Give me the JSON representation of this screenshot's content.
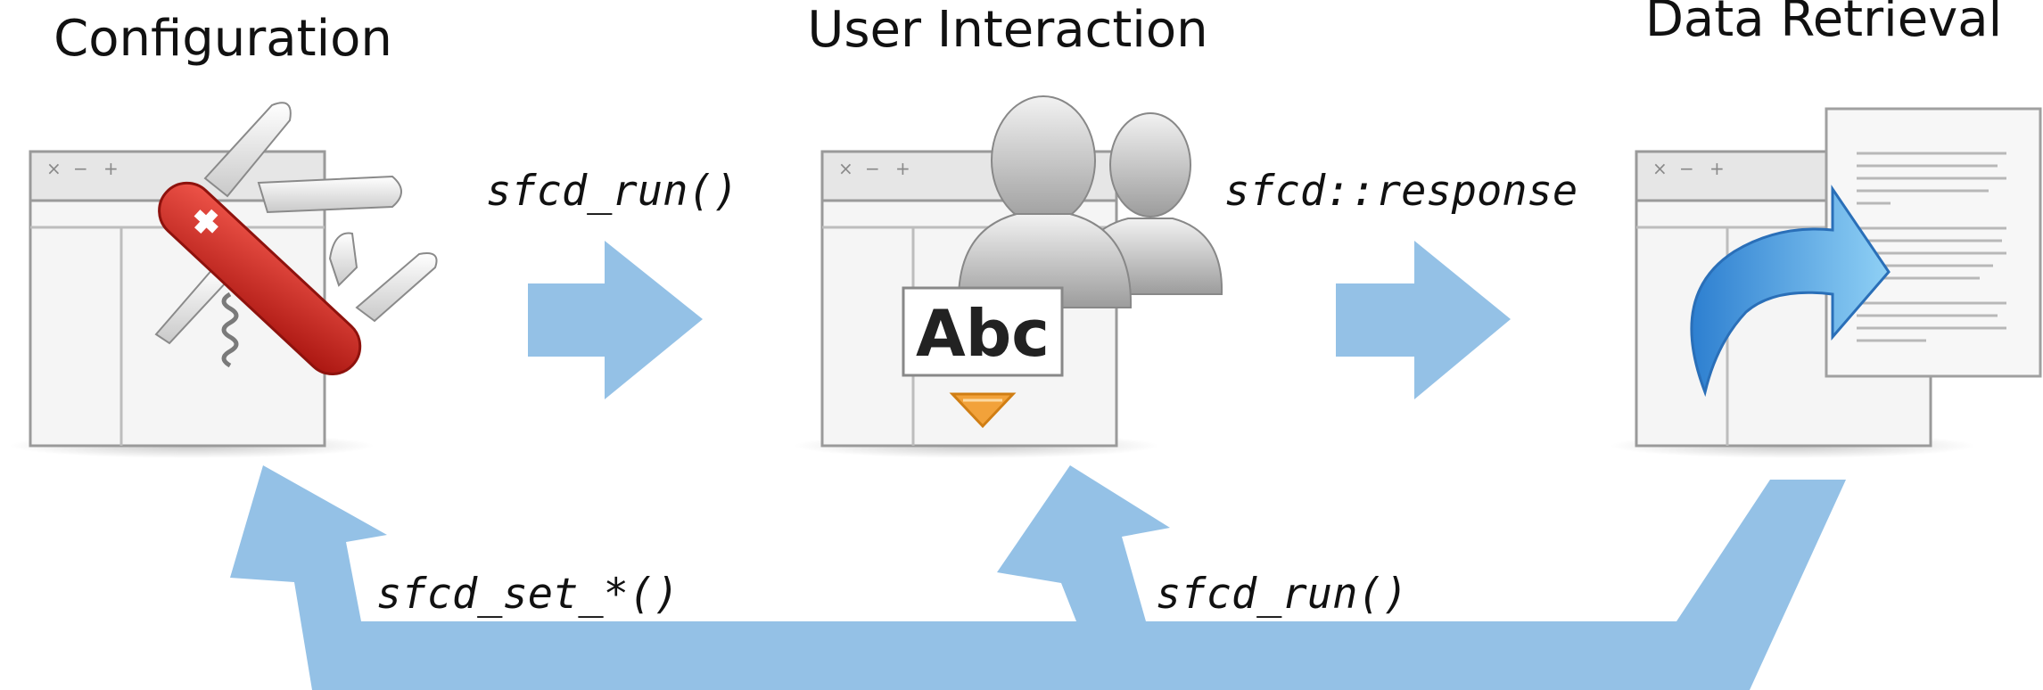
{
  "stages": {
    "configuration": {
      "title": "Configuration",
      "icon": "swiss-army-knife-icon"
    },
    "user_interaction": {
      "title": "User Interaction",
      "icon": "users-icon",
      "widget_text": "Abc"
    },
    "data_retrieval": {
      "title": "Data Retrieval",
      "icon": "document-share-icon"
    }
  },
  "window_controls": {
    "close": "×",
    "minimize": "−",
    "maximize": "+"
  },
  "transitions": {
    "config_to_interaction": "sfcd_run()",
    "interaction_to_retrieval": "sfcd::response",
    "back_to_configuration": "sfcd_set_*()",
    "back_to_interaction": "sfcd_run()"
  },
  "colors": {
    "arrow": "#94c1e6",
    "window_frame": "#9a9a9a",
    "window_fill": "#f5f5f5",
    "knife_red": "#c8201b",
    "share_arrow_blue": "#3a8fd8",
    "dropdown_orange": "#f2a23a"
  }
}
